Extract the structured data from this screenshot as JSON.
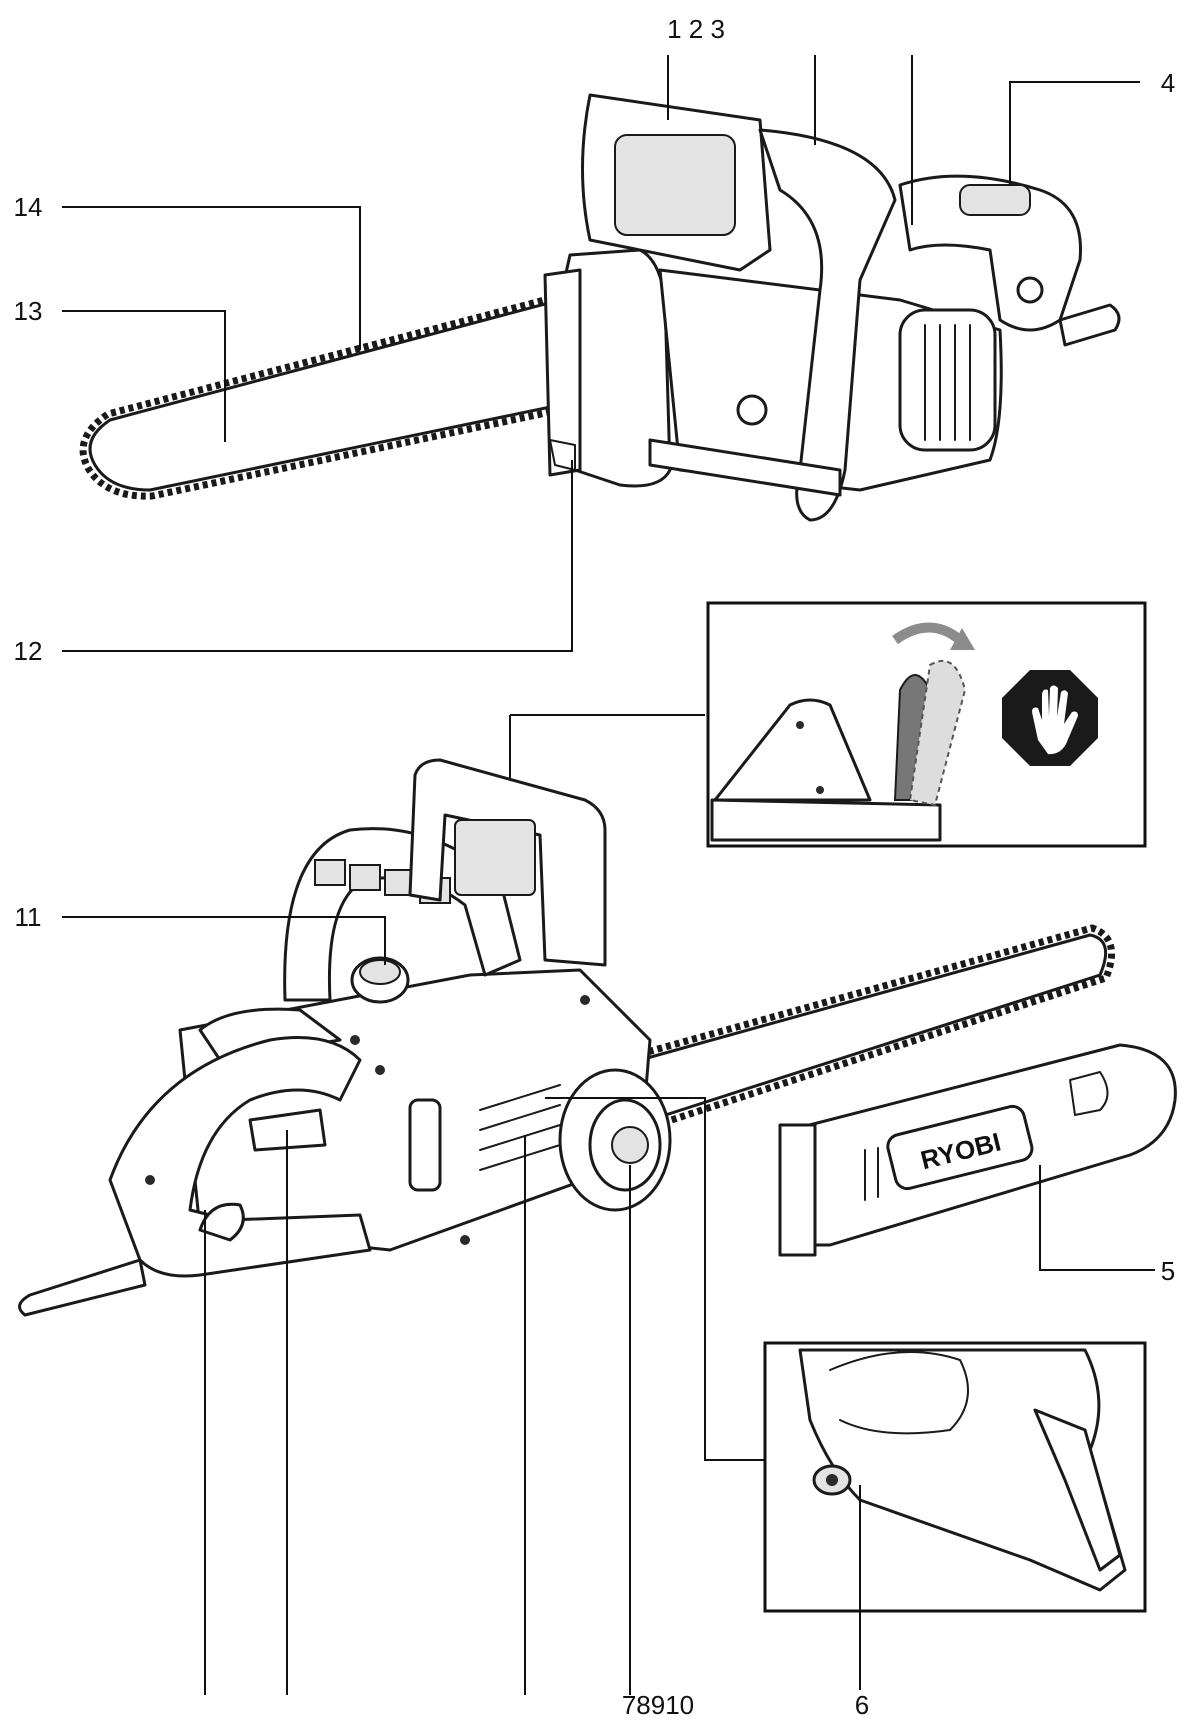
{
  "callouts": {
    "top_numbers": "1 2 3",
    "c4": "4",
    "c5": "5",
    "c6": "6",
    "c11": "11",
    "c12": "12",
    "c13": "13",
    "c14": "14",
    "bottom_numbers": "78910"
  },
  "cover_logo_text": "RYOBI",
  "icons": {
    "stop_sign": "stop-hand-icon",
    "rotation_arrow": "curved-arrow-icon"
  },
  "colors": {
    "ink": "#1a1a1a",
    "stop_sign": "#1a1a1a",
    "lever_grey": "#777777"
  }
}
